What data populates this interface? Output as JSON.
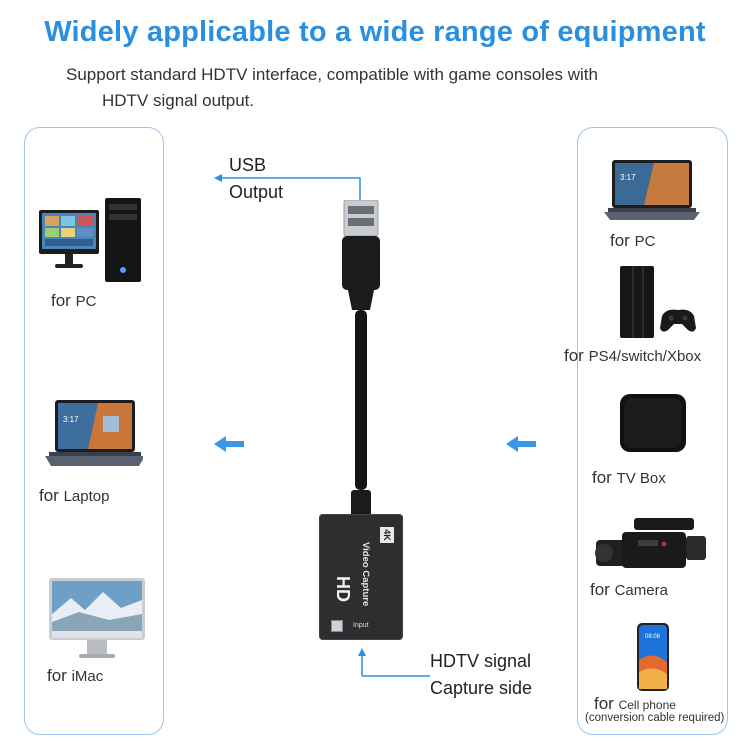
{
  "headline": "Widely applicable to a wide range of equipment",
  "subline": {
    "line1": "Support standard HDTV interface, compatible with game consoles with",
    "line2": "HDTV signal output."
  },
  "usb_label": {
    "line1": "USB",
    "line2": "Output"
  },
  "capture_label": {
    "line1": "HDTV signal",
    "line2": "Capture side"
  },
  "device": {
    "badge": "4K",
    "hd": "HD",
    "name": "Video Capture",
    "port": "Input"
  },
  "left_devices": [
    {
      "for": "for",
      "name": "PC"
    },
    {
      "for": "for",
      "name": "Laptop"
    },
    {
      "for": "for",
      "name": "iMac"
    }
  ],
  "right_devices": [
    {
      "for": "for",
      "name": "PC"
    },
    {
      "for": "for",
      "name": "PS4/switch/Xbox"
    },
    {
      "for": "for",
      "name": "TV Box"
    },
    {
      "for": "for",
      "name": "Camera"
    },
    {
      "for": "for",
      "name": "Cell phone",
      "note": "(conversion cable required)"
    }
  ],
  "colors": {
    "accent": "#2b8fe0",
    "panel_border": "#9cc8ee",
    "device_body": "#2e2e30"
  },
  "screen_time": "3:17"
}
